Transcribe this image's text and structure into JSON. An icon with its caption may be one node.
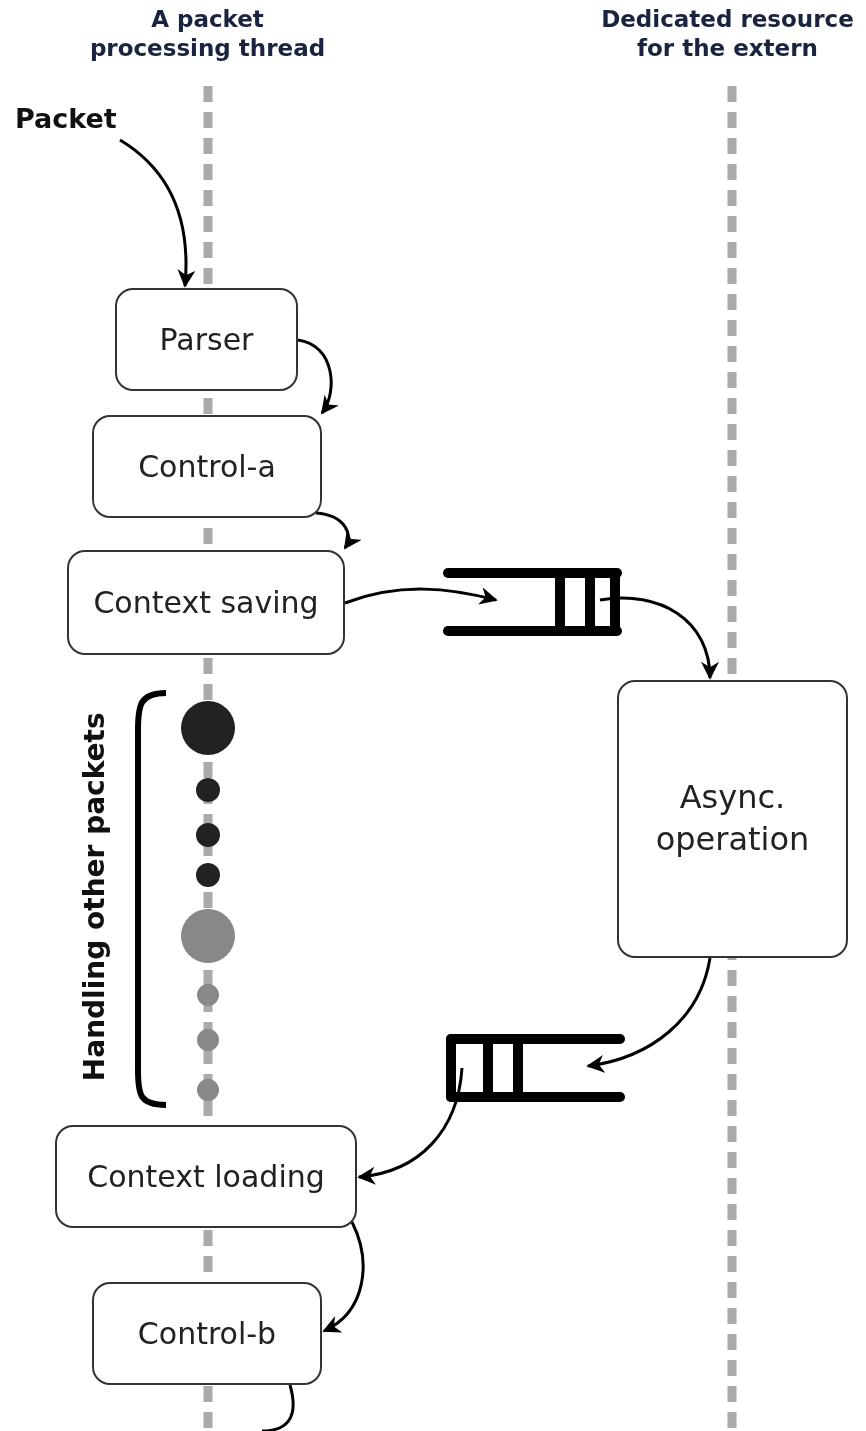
{
  "diagram": {
    "nodes": [
      {
        "text": [
          "Packet"
        ]
      },
      {
        "text": [
          "Parser"
        ]
      },
      {
        "text": [
          "Control-a"
        ]
      },
      {
        "text": [
          "Context saving"
        ]
      },
      {
        "text": [],
        "shape": "queue"
      },
      {
        "text": [
          "Async. operation"
        ]
      },
      {
        "text": [],
        "shape": "queue"
      },
      {
        "text": [
          "Context loading"
        ]
      },
      {
        "text": [
          "Control-b"
        ]
      }
    ],
    "edges": [
      {
        "from": 0,
        "to": 1,
        "arrow": "to"
      },
      {
        "from": 1,
        "to": 2,
        "arrow": "to"
      },
      {
        "from": 2,
        "to": 3,
        "arrow": "to"
      },
      {
        "from": 3,
        "to": 4,
        "arrow": "to"
      },
      {
        "from": 4,
        "to": 5,
        "arrow": "to"
      },
      {
        "from": 5,
        "to": 6,
        "arrow": "to"
      },
      {
        "from": 6,
        "to": 7,
        "arrow": "to"
      },
      {
        "from": 7,
        "to": 8,
        "arrow": "to"
      },
      {
        "from": 8,
        "to": null,
        "arrow": "none"
      }
    ],
    "labels": [
      "A packet processing thread",
      "Dedicated resource for the extern",
      "Handling other packets"
    ]
  }
}
